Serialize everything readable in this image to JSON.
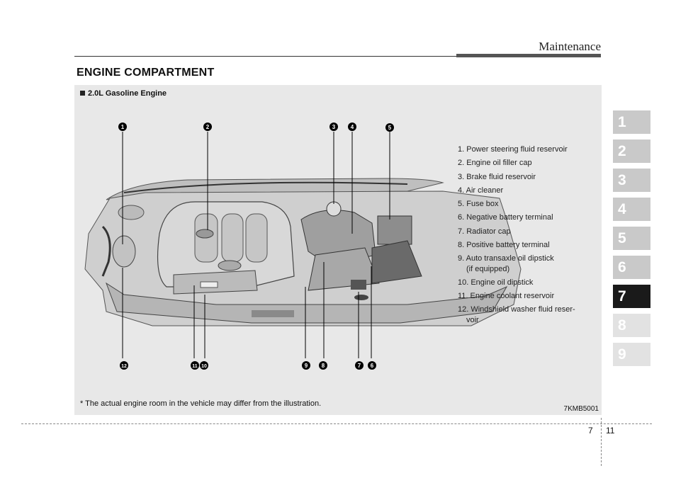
{
  "header": {
    "title": "Maintenance"
  },
  "section_title": "ENGINE COMPARTMENT",
  "panel": {
    "subtitle": "2.0L Gasoline Engine",
    "footnote": "* The actual engine room in the vehicle may differ from the illustration.",
    "image_code": "7KMB5001",
    "callouts_top": [
      "1",
      "2",
      "3",
      "4",
      "5"
    ],
    "callouts_bottom": [
      "12",
      "11",
      "10",
      "9",
      "8",
      "7",
      "6"
    ]
  },
  "legend": [
    {
      "text": "1. Power steering fluid reservoir"
    },
    {
      "text": "2. Engine oil filler cap"
    },
    {
      "text": "3. Brake fluid reservoir"
    },
    {
      "text": "4. Air cleaner"
    },
    {
      "text": "5. Fuse box"
    },
    {
      "text": "6. Negative battery terminal"
    },
    {
      "text": "7. Radiator cap"
    },
    {
      "text": "8. Positive battery terminal"
    },
    {
      "text": "9. Auto transaxle oil dipstick",
      "cont": "(if equipped)"
    },
    {
      "text": "10. Engine oil dipstick"
    },
    {
      "text": "11. Engine coolant reservoir"
    },
    {
      "text": "12. Windshield washer fluid reser-",
      "cont": "voir"
    }
  ],
  "chapter_tabs": [
    "1",
    "2",
    "3",
    "4",
    "5",
    "6",
    "7",
    "8",
    "9"
  ],
  "active_chapter": "7",
  "footer": {
    "chapter": "7",
    "page": "11"
  }
}
